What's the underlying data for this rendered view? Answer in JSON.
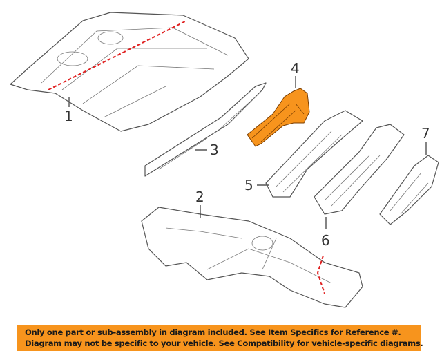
{
  "callouts": {
    "c1": "1",
    "c2": "2",
    "c3": "3",
    "c4": "4",
    "c5": "5",
    "c6": "6",
    "c7": "7"
  },
  "banner": {
    "line1": "Only one part or sub-assembly in diagram included. See Item Specifics for Reference #.",
    "line2": "Diagram may not be specific to your vehicle. See Compatibility for vehicle-specific diagrams."
  },
  "colors": {
    "highlight": "#f7941d",
    "banner": "#f7941d",
    "cut_line": "#e02020"
  }
}
